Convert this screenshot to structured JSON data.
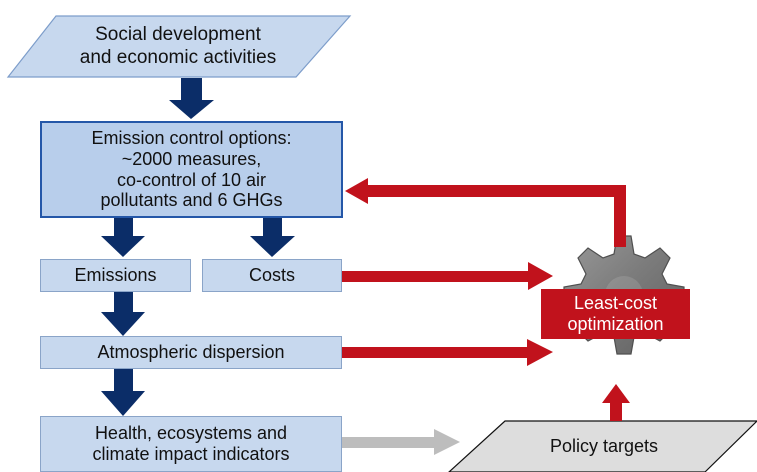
{
  "nodes": {
    "social": {
      "lines": [
        "Social development",
        "and economic activities"
      ]
    },
    "emission_control": {
      "lines": [
        "Emission control options:",
        "~2000 measures,",
        "co-control of 10 air",
        "pollutants and 6 GHGs"
      ]
    },
    "emissions": {
      "label": "Emissions"
    },
    "costs": {
      "label": "Costs"
    },
    "dispersion": {
      "label": "Atmospheric dispersion"
    },
    "impacts": {
      "lines": [
        "Health, ecosystems and",
        "climate impact indicators"
      ]
    },
    "optimization": {
      "lines": [
        "Least-cost",
        "optimization"
      ]
    },
    "policy": {
      "label": "Policy targets"
    }
  },
  "colors": {
    "light_blue": "#c7d8ee",
    "strong_blue": "#b8ceeb",
    "navy_arrow": "#0b2d68",
    "red_arrow": "#c1121c",
    "gray_arrow": "#bdbdbd",
    "gear_fill": "#7a7a7a",
    "policy_fill": "#dddddd"
  }
}
